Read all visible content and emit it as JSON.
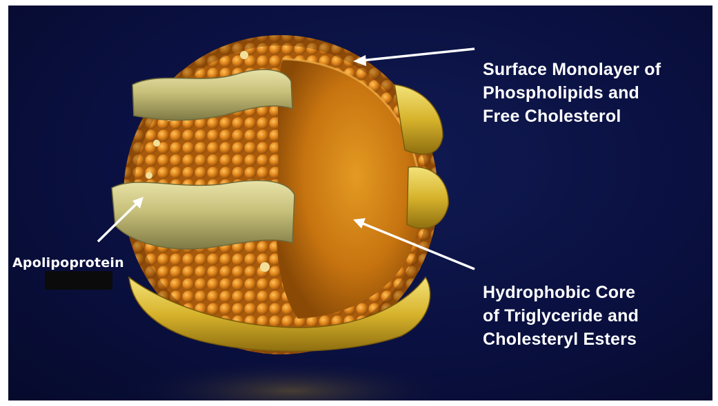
{
  "labels": {
    "surface": "Surface Monolayer of\nPhospholipids and\nFree Cholesterol",
    "core": "Hydrophobic Core\nof Triglyceride and\nCholesteryl Esters",
    "apolipoprotein": "Apolipoprotein"
  },
  "colors": {
    "background": "#0a1040",
    "phospholipid": "#e08a1c",
    "core": "#d98514",
    "apolipoprotein": "#c9c27a",
    "arrow": "#ffffff"
  },
  "icons": [
    "lipoprotein-particle-illustration",
    "arrow"
  ]
}
